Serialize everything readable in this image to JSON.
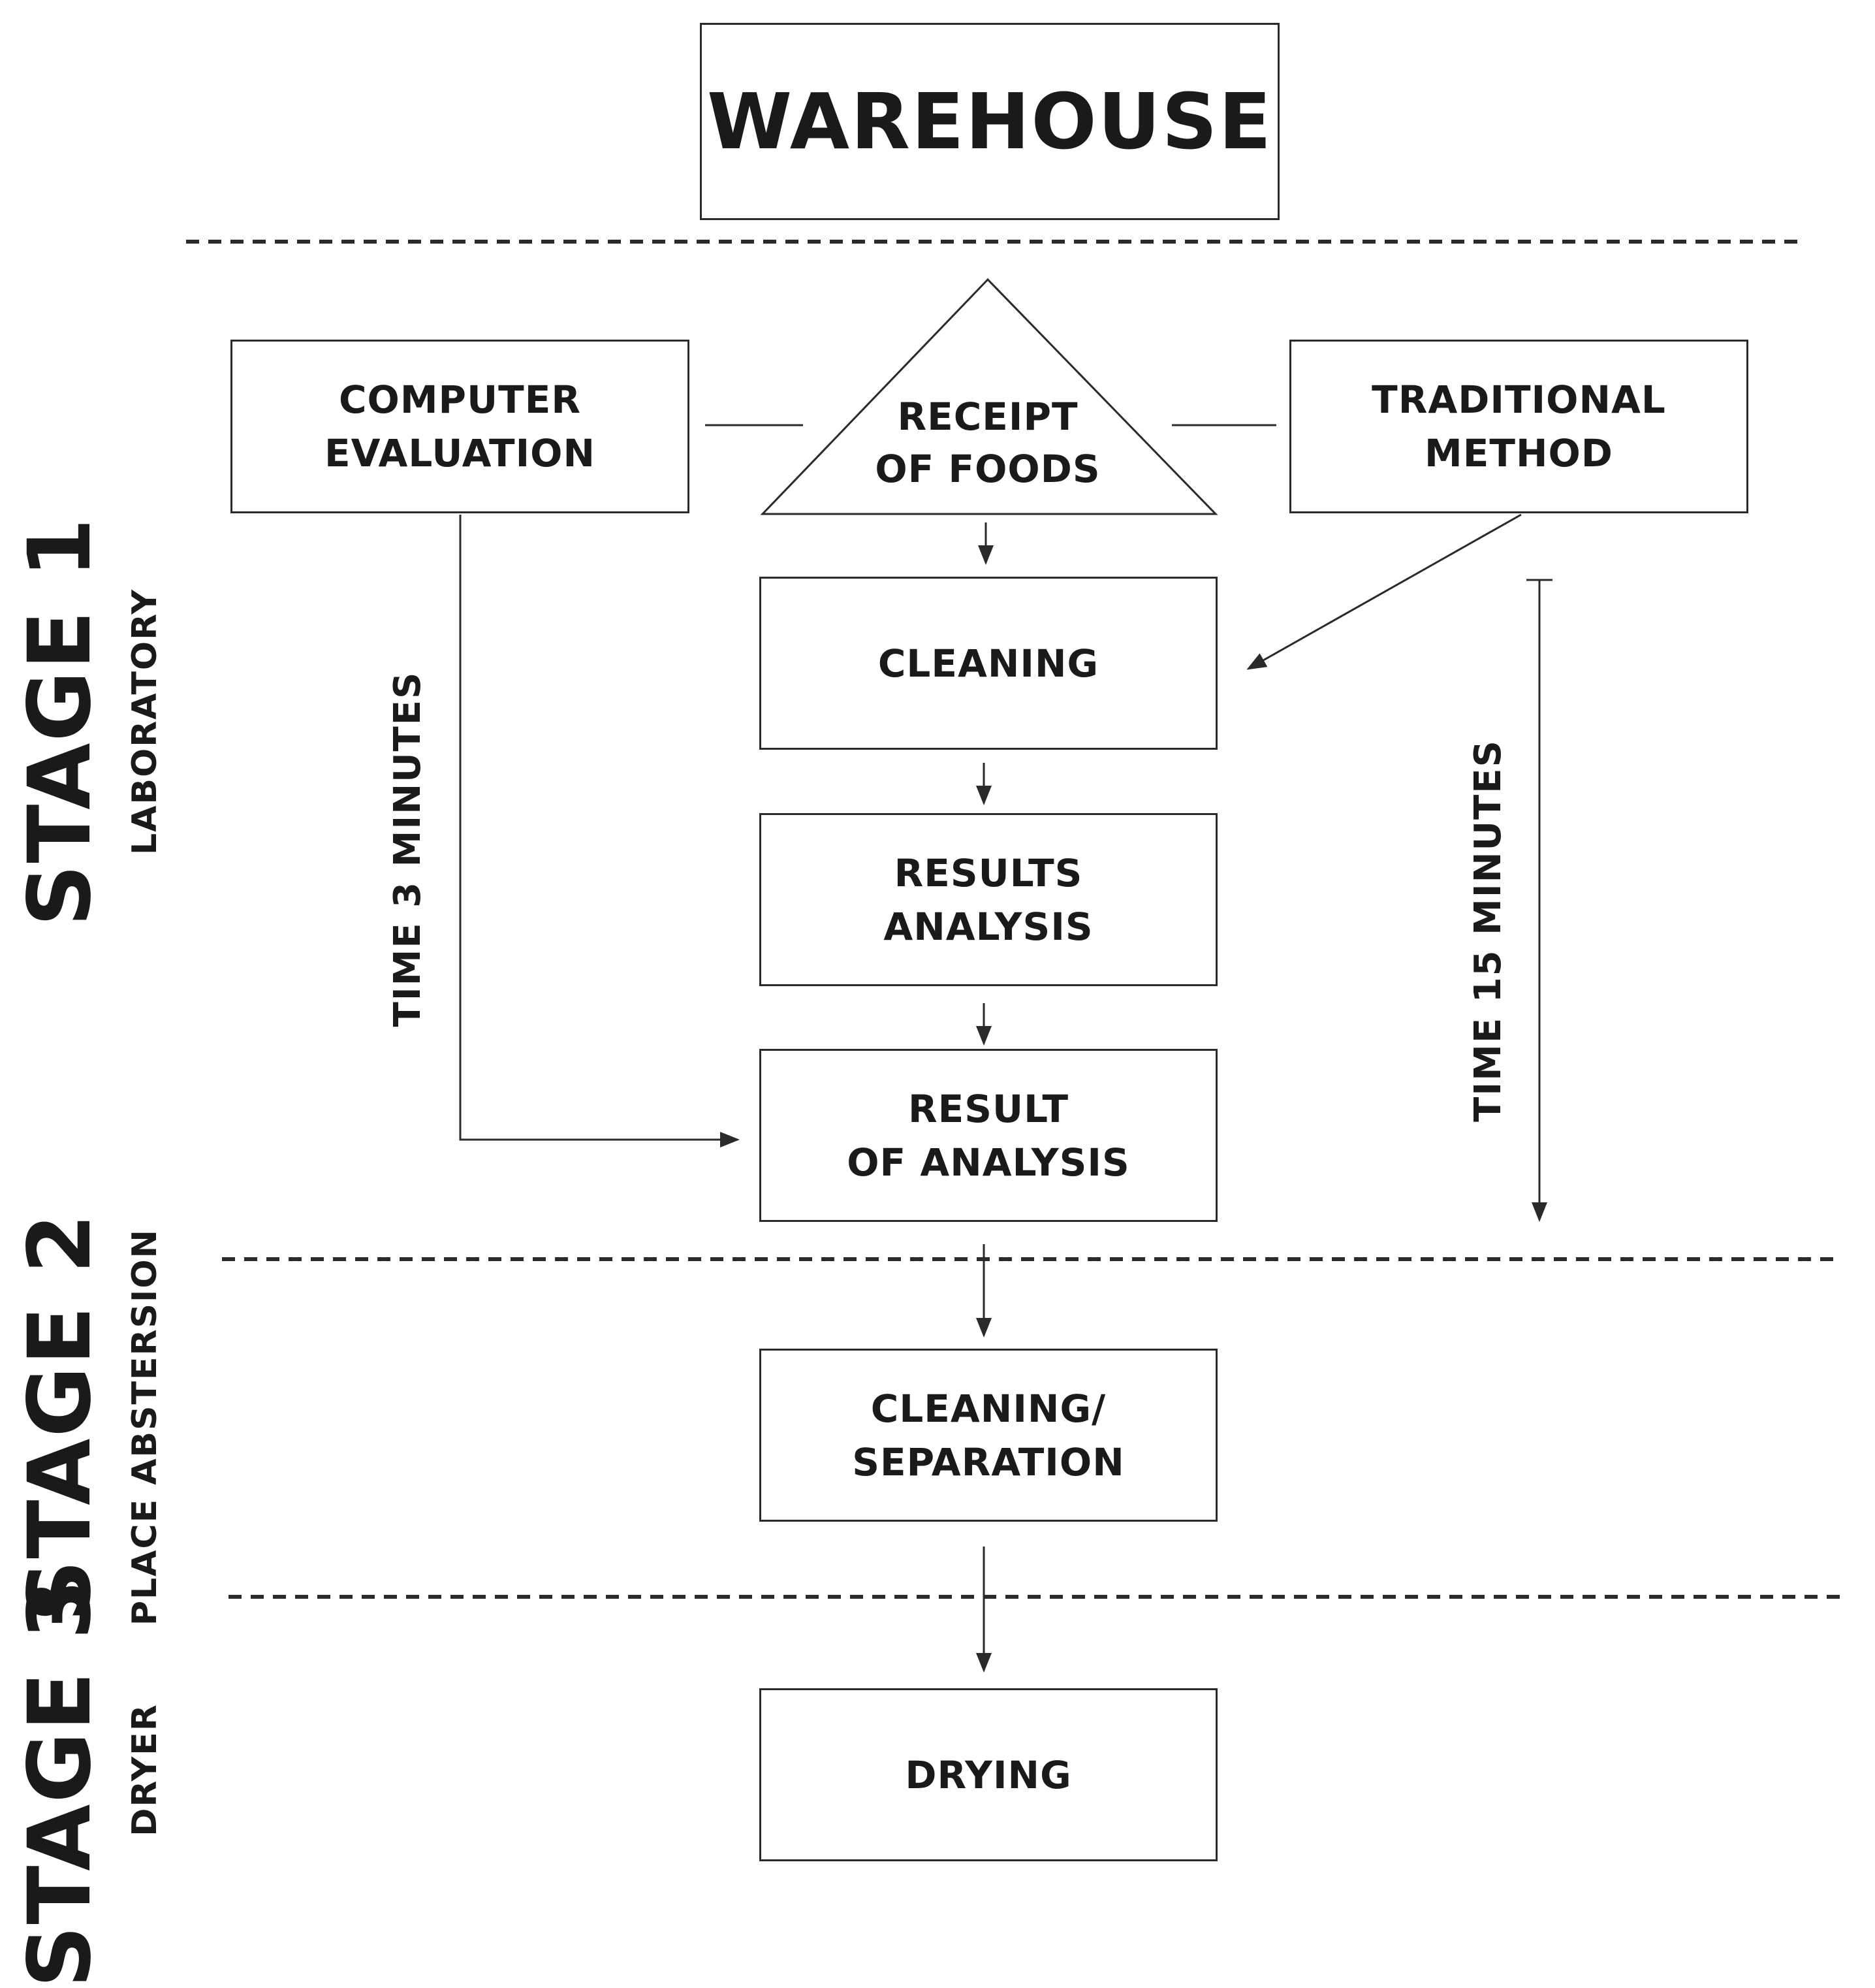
{
  "warehouse": {
    "label": "WAREHOUSE"
  },
  "nodes": {
    "computer_evaluation": [
      "COMPUTER",
      "EVALUATION"
    ],
    "receipt_of_foods": [
      "RECEIPT",
      "OF FOODS"
    ],
    "traditional_method": [
      "TRADITIONAL",
      "METHOD"
    ],
    "cleaning": [
      "CLEANING"
    ],
    "results_analysis": [
      "RESULTS",
      "ANALYSIS"
    ],
    "result_of_analysis": [
      "RESULT",
      "OF ANALYSIS"
    ],
    "cleaning_separation": [
      "CLEANING/",
      "SEPARATION"
    ],
    "drying": [
      "DRYING"
    ]
  },
  "stages": {
    "stage1": {
      "title": "STAGE 1",
      "place": "LABORATORY"
    },
    "stage2": {
      "title": "STAGE 2",
      "place": "PLACE ABSTERSION"
    },
    "stage3": {
      "title": "STAGE 3",
      "place": "DRYER"
    }
  },
  "timings": {
    "computer": "TIME 3 MINUTES",
    "traditional": "TIME 15 MINUTES"
  },
  "colors": {
    "stroke": "#2a2a2a",
    "text": "#1a1a1a",
    "background": "#ffffff"
  }
}
